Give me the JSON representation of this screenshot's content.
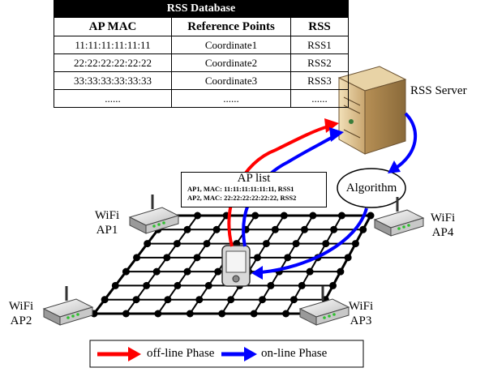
{
  "database": {
    "title": "RSS Database",
    "headers": [
      "AP MAC",
      "Reference Points",
      "RSS"
    ],
    "rows": [
      [
        "11:11:11:11:11:11",
        "Coordinate1",
        "RSS1"
      ],
      [
        "22:22:22:22:22:22",
        "Coordinate2",
        "RSS2"
      ],
      [
        "33:33:33:33:33:33",
        "Coordinate3",
        "RSS3"
      ],
      [
        "......",
        "......",
        "......"
      ]
    ]
  },
  "server_label": "RSS Server",
  "algorithm_label": "Algorithm",
  "ap_list": {
    "title": "AP list",
    "entries": [
      "AP1, MAC: 11:11:11:11:11:11, RSS1",
      "AP2, MAC: 22:22:22:22:22:22, RSS2"
    ]
  },
  "access_points": {
    "ap1": {
      "line1": "WiFi",
      "line2": "AP1"
    },
    "ap2": {
      "line1": "WiFi",
      "line2": "AP2"
    },
    "ap3": {
      "line1": "WiFi",
      "line2": "AP3"
    },
    "ap4": {
      "line1": "WiFi",
      "line2": "AP4"
    }
  },
  "legend": {
    "offline_label": "off-line Phase",
    "online_label": "on-line Phase",
    "offline_color": "#ff0000",
    "online_color": "#0000ff"
  }
}
